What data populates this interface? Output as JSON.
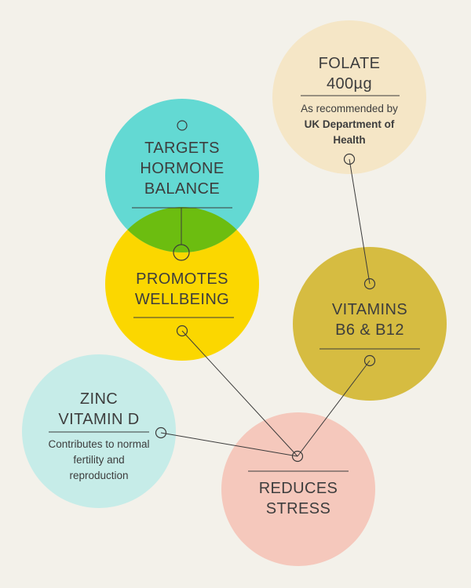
{
  "colors": {
    "background": "#f3f1ea",
    "folate": "#f5e6c6",
    "hormone": "#63d9d3",
    "overlap": "#6cbd10",
    "wellbeing": "#fbd700",
    "vitamins": "#d6bc41",
    "zinc": "#c6ece8",
    "stress": "#f5c8bc",
    "line": "#3b3b3b"
  },
  "bubbles": {
    "folate": {
      "title_line1": "FOLATE",
      "title_line2": "400µg",
      "note_line1": "As recommended by",
      "note_line2": "UK Department of",
      "note_line3": "Health"
    },
    "hormone": {
      "title_line1": "TARGETS",
      "title_line2": "HORMONE",
      "title_line3": "BALANCE"
    },
    "wellbeing": {
      "title_line1": "PROMOTES",
      "title_line2": "WELLBEING"
    },
    "vitamins": {
      "title_line1": "VITAMINS",
      "title_line2": "B6 & B12"
    },
    "zinc": {
      "title_line1": "ZINC",
      "title_line2": "VITAMIN D",
      "note_line1": "Contributes to normal",
      "note_line2": "fertility and",
      "note_line3": "reproduction"
    },
    "stress": {
      "title_line1": "REDUCES",
      "title_line2": "STRESS"
    }
  }
}
